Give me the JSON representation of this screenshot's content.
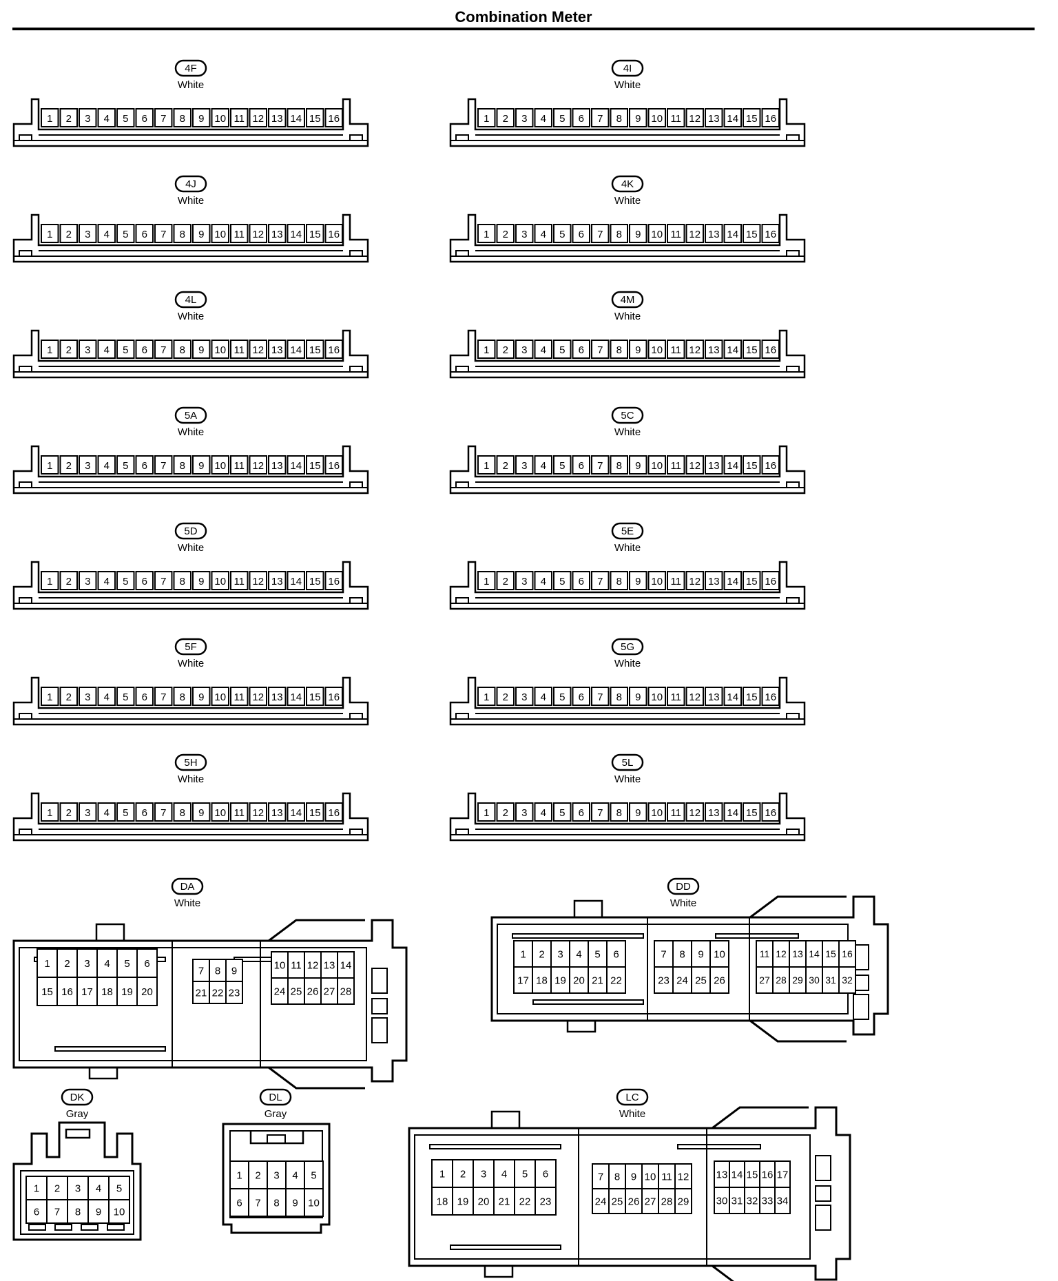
{
  "title": "Combination Meter",
  "strip_connectors": [
    {
      "code": "4F",
      "color": "White",
      "pins": [
        "1",
        "2",
        "3",
        "4",
        "5",
        "6",
        "7",
        "8",
        "9",
        "10",
        "11",
        "12",
        "13",
        "14",
        "15",
        "16"
      ]
    },
    {
      "code": "4I",
      "color": "White",
      "pins": [
        "1",
        "2",
        "3",
        "4",
        "5",
        "6",
        "7",
        "8",
        "9",
        "10",
        "11",
        "12",
        "13",
        "14",
        "15",
        "16"
      ]
    },
    {
      "code": "4J",
      "color": "White",
      "pins": [
        "1",
        "2",
        "3",
        "4",
        "5",
        "6",
        "7",
        "8",
        "9",
        "10",
        "11",
        "12",
        "13",
        "14",
        "15",
        "16"
      ]
    },
    {
      "code": "4K",
      "color": "White",
      "pins": [
        "1",
        "2",
        "3",
        "4",
        "5",
        "6",
        "7",
        "8",
        "9",
        "10",
        "11",
        "12",
        "13",
        "14",
        "15",
        "16"
      ]
    },
    {
      "code": "4L",
      "color": "White",
      "pins": [
        "1",
        "2",
        "3",
        "4",
        "5",
        "6",
        "7",
        "8",
        "9",
        "10",
        "11",
        "12",
        "13",
        "14",
        "15",
        "16"
      ]
    },
    {
      "code": "4M",
      "color": "White",
      "pins": [
        "1",
        "2",
        "3",
        "4",
        "5",
        "6",
        "7",
        "8",
        "9",
        "10",
        "11",
        "12",
        "13",
        "14",
        "15",
        "16"
      ]
    },
    {
      "code": "5A",
      "color": "White",
      "pins": [
        "1",
        "2",
        "3",
        "4",
        "5",
        "6",
        "7",
        "8",
        "9",
        "10",
        "11",
        "12",
        "13",
        "14",
        "15",
        "16"
      ]
    },
    {
      "code": "5C",
      "color": "White",
      "pins": [
        "1",
        "2",
        "3",
        "4",
        "5",
        "6",
        "7",
        "8",
        "9",
        "10",
        "11",
        "12",
        "13",
        "14",
        "15",
        "16"
      ]
    },
    {
      "code": "5D",
      "color": "White",
      "pins": [
        "1",
        "2",
        "3",
        "4",
        "5",
        "6",
        "7",
        "8",
        "9",
        "10",
        "11",
        "12",
        "13",
        "14",
        "15",
        "16"
      ]
    },
    {
      "code": "5E",
      "color": "White",
      "pins": [
        "1",
        "2",
        "3",
        "4",
        "5",
        "6",
        "7",
        "8",
        "9",
        "10",
        "11",
        "12",
        "13",
        "14",
        "15",
        "16"
      ]
    },
    {
      "code": "5F",
      "color": "White",
      "pins": [
        "1",
        "2",
        "3",
        "4",
        "5",
        "6",
        "7",
        "8",
        "9",
        "10",
        "11",
        "12",
        "13",
        "14",
        "15",
        "16"
      ]
    },
    {
      "code": "5G",
      "color": "White",
      "pins": [
        "1",
        "2",
        "3",
        "4",
        "5",
        "6",
        "7",
        "8",
        "9",
        "10",
        "11",
        "12",
        "13",
        "14",
        "15",
        "16"
      ]
    },
    {
      "code": "5H",
      "color": "White",
      "pins": [
        "1",
        "2",
        "3",
        "4",
        "5",
        "6",
        "7",
        "8",
        "9",
        "10",
        "11",
        "12",
        "13",
        "14",
        "15",
        "16"
      ]
    },
    {
      "code": "5L",
      "color": "White",
      "pins": [
        "1",
        "2",
        "3",
        "4",
        "5",
        "6",
        "7",
        "8",
        "9",
        "10",
        "11",
        "12",
        "13",
        "14",
        "15",
        "16"
      ]
    }
  ],
  "block_connectors": [
    {
      "code": "DA",
      "color": "White",
      "groups": [
        {
          "rows": [
            [
              "1",
              "2",
              "3",
              "4",
              "5",
              "6"
            ],
            [
              "15",
              "16",
              "17",
              "18",
              "19",
              "20"
            ]
          ]
        },
        {
          "rows": [
            [
              "7",
              "8",
              "9"
            ],
            [
              "21",
              "22",
              "23"
            ]
          ]
        },
        {
          "rows": [
            [
              "10",
              "11",
              "12",
              "13",
              "14"
            ],
            [
              "24",
              "25",
              "26",
              "27",
              "28"
            ]
          ]
        }
      ]
    },
    {
      "code": "DD",
      "color": "White",
      "groups": [
        {
          "rows": [
            [
              "1",
              "2",
              "3",
              "4",
              "5",
              "6"
            ],
            [
              "17",
              "18",
              "19",
              "20",
              "21",
              "22"
            ]
          ]
        },
        {
          "rows": [
            [
              "7",
              "8",
              "9",
              "10"
            ],
            [
              "23",
              "24",
              "25",
              "26"
            ]
          ]
        },
        {
          "rows": [
            [
              "11",
              "12",
              "13",
              "14",
              "15",
              "16"
            ],
            [
              "27",
              "28",
              "29",
              "30",
              "31",
              "32"
            ]
          ]
        }
      ]
    },
    {
      "code": "DK",
      "color": "Gray",
      "groups": [
        {
          "rows": [
            [
              "1",
              "2",
              "3",
              "4",
              "5"
            ],
            [
              "6",
              "7",
              "8",
              "9",
              "10"
            ]
          ]
        }
      ]
    },
    {
      "code": "DL",
      "color": "Gray",
      "groups": [
        {
          "rows": [
            [
              "1",
              "2",
              "3",
              "4",
              "5"
            ],
            [
              "6",
              "7",
              "8",
              "9",
              "10"
            ]
          ]
        }
      ]
    },
    {
      "code": "LC",
      "color": "White",
      "groups": [
        {
          "rows": [
            [
              "1",
              "2",
              "3",
              "4",
              "5",
              "6"
            ],
            [
              "18",
              "19",
              "20",
              "21",
              "22",
              "23"
            ]
          ]
        },
        {
          "rows": [
            [
              "7",
              "8",
              "9",
              "10",
              "11",
              "12"
            ],
            [
              "24",
              "25",
              "26",
              "27",
              "28",
              "29"
            ]
          ]
        },
        {
          "rows": [
            [
              "13",
              "14",
              "15",
              "16",
              "17"
            ],
            [
              "30",
              "31",
              "32",
              "33",
              "34"
            ]
          ]
        }
      ]
    }
  ]
}
